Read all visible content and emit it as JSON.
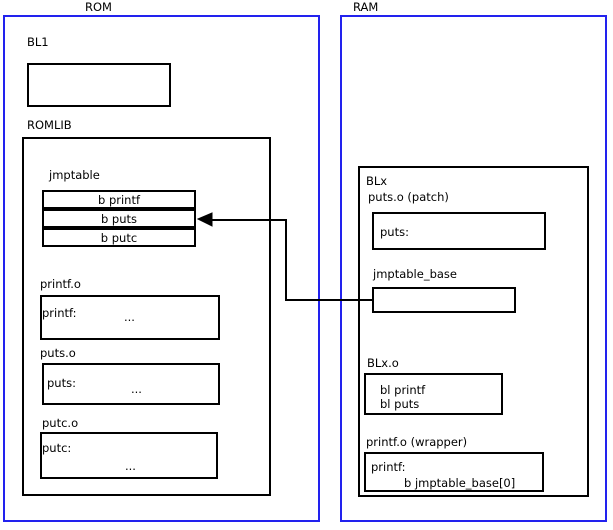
{
  "diagram": {
    "title": "ROMLIB jump table patching diagram",
    "accent_color": "#2222ee",
    "line_color": "#000000",
    "background": "#ffffff"
  },
  "regions": [
    {
      "id": "rom",
      "label": "ROM"
    },
    {
      "id": "ram",
      "label": "RAM"
    }
  ],
  "rom": {
    "label": "ROM",
    "bl1": {
      "label": "BL1",
      "body": ""
    },
    "romlib": {
      "label": "ROMLIB",
      "jmptable": {
        "label": "jmptable",
        "entries": [
          {
            "text": "b printf"
          },
          {
            "text": "b puts"
          },
          {
            "text": "b putc"
          }
        ]
      },
      "objects": [
        {
          "label": "printf.o",
          "symbol": "printf:",
          "body": "..."
        },
        {
          "label": "puts.o",
          "symbol": "puts:",
          "body": "..."
        },
        {
          "label": "putc.o",
          "symbol": "putc:",
          "body": "..."
        }
      ]
    }
  },
  "ram": {
    "label": "RAM",
    "blx": {
      "label": "BLx",
      "patch": {
        "label": "puts.o (patch)",
        "symbol": "puts:"
      },
      "jmptable_base": {
        "label": "jmptable_base",
        "body": ""
      },
      "blx_o": {
        "label": "BLx.o",
        "lines": "bl printf\nbl puts"
      },
      "wrapper": {
        "label": "printf.o (wrapper)",
        "symbol": "printf:",
        "branch": "b jmptable_base[0]"
      }
    }
  },
  "connector": {
    "from": "jmptable_base",
    "to": "jmptable entry b puts",
    "style": "elbow-arrow"
  }
}
